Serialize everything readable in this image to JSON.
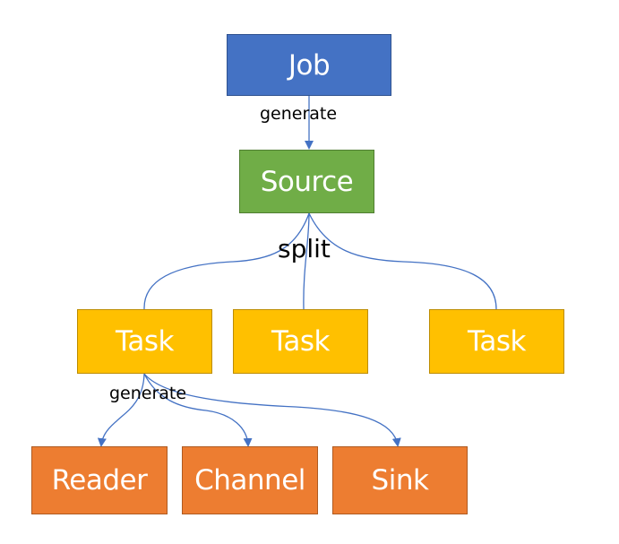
{
  "diagram": {
    "nodes": {
      "job": "Job",
      "source": "Source",
      "tasks": [
        "Task",
        "Task",
        "Task"
      ],
      "reader": "Reader",
      "channel": "Channel",
      "sink": "Sink"
    },
    "edge_labels": {
      "job_to_source": "generate",
      "source_to_tasks": "split",
      "task_to_components": "generate"
    }
  },
  "colors": {
    "job": "#4472c4",
    "source": "#70ad47",
    "task": "#ffc000",
    "component": "#ed7d31",
    "connector": "#4472c4"
  }
}
